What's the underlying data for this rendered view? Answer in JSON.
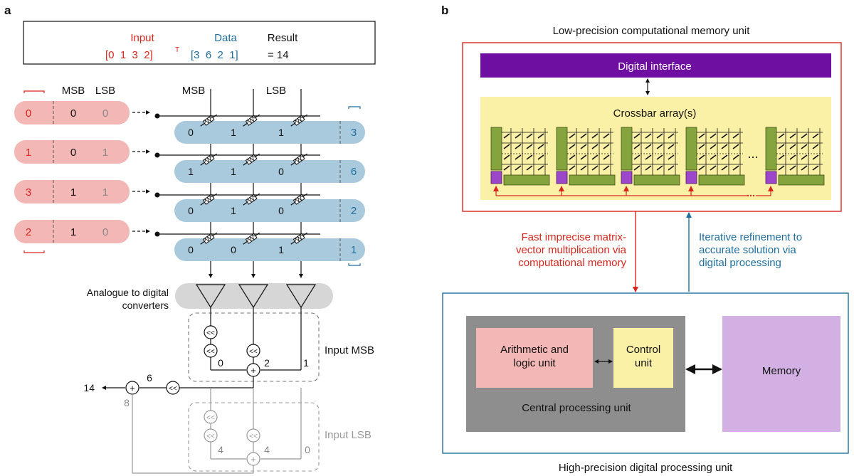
{
  "panel_a": {
    "label": "a",
    "legend": {
      "input_title": "Input",
      "data_title": "Data",
      "result_title": "Result",
      "input_vector": "[0  1  3  2]",
      "transpose": "T",
      "data_vector": "[3  6  2  1]",
      "result_value": "= 14"
    },
    "col_headers": {
      "msb": "MSB",
      "lsb": "LSB",
      "data_msb": "MSB",
      "data_lsb": "LSB"
    },
    "rows": [
      {
        "value": "0",
        "msb": "0",
        "lsb": "0",
        "bits": [
          "0",
          "1",
          "1"
        ],
        "data": "3"
      },
      {
        "value": "1",
        "msb": "0",
        "lsb": "1",
        "bits": [
          "1",
          "1",
          "0"
        ],
        "data": "6"
      },
      {
        "value": "3",
        "msb": "1",
        "lsb": "1",
        "bits": [
          "0",
          "1",
          "0"
        ],
        "data": "2"
      },
      {
        "value": "2",
        "msb": "1",
        "lsb": "0",
        "bits": [
          "0",
          "0",
          "1"
        ],
        "data": "1"
      }
    ],
    "adc_label_1": "Analogue to digital",
    "adc_label_2": "converters",
    "input_msb": "Input MSB",
    "input_lsb": "Input LSB",
    "shift_symbol": "<<",
    "plus_symbol": "+",
    "msb_sums": [
      "0",
      "2",
      "1"
    ],
    "lsb_sums": [
      "4",
      "4",
      "0"
    ],
    "shift_result": "6",
    "lsb_total": "8",
    "final_result": "14"
  },
  "panel_b": {
    "label": "b",
    "top_title": "Low-precision computational memory unit",
    "digital_interface": "Digital interface",
    "crossbar_title": "Crossbar array(s)",
    "ellipsis": "...",
    "red_arrow_text": [
      "Fast imprecise matrix-",
      "vector multiplication via",
      "computational memory"
    ],
    "blue_arrow_text": [
      "Iterative refinement to",
      "accurate solution via",
      "digital processing"
    ],
    "alu": [
      "Arithmetic and",
      "logic unit"
    ],
    "control": [
      "Control",
      "unit"
    ],
    "cpu": "Central processing unit",
    "memory": "Memory",
    "bottom_title": "High-precision digital processing unit"
  },
  "colors": {
    "red": "#d7261e",
    "blue": "#1f6e9c",
    "pink": "#f3b7b5",
    "lightblue": "#a9c9dc",
    "purple": "#6f0fa2",
    "yellow": "#fbf1a6",
    "green": "#86a43e",
    "gray_cpu": "#8e8e8e",
    "memory": "#d2b0e3",
    "adc": "#d6d6d6"
  }
}
